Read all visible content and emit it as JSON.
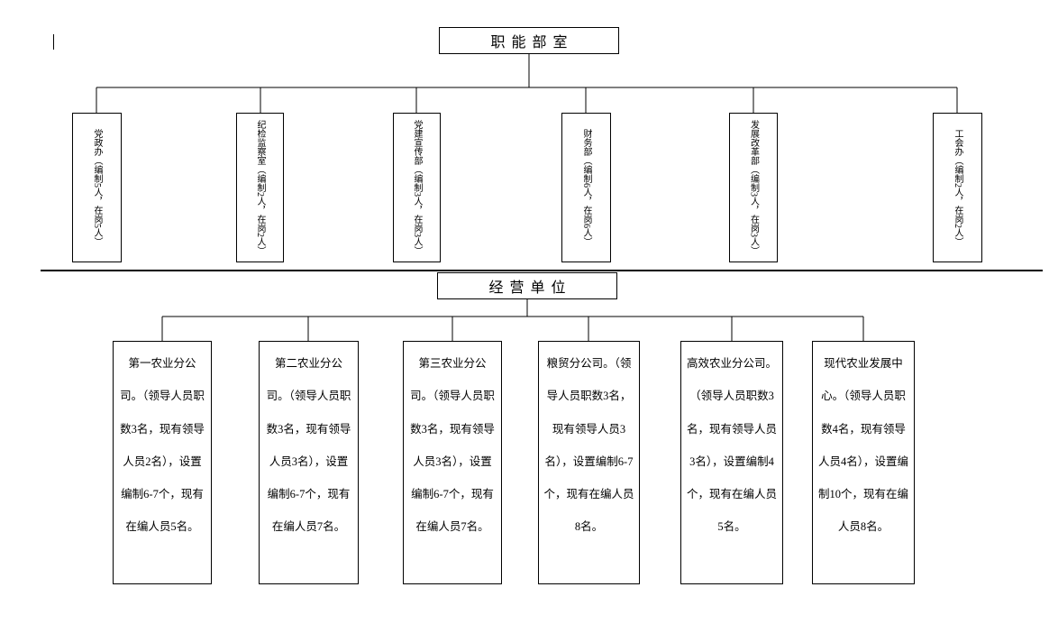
{
  "document": {
    "background": "#ffffff",
    "line_color": "#000000"
  },
  "functional_section": {
    "header": "职能部室",
    "departments": [
      "党政办（编制5人，在岗5人）",
      "纪检监察室（编制2人，在岗2人）",
      "党建宣传部（编制3人，在岗3人）",
      "财务部（编制6人，在岗6人）",
      "发展改革部（编制3人，在岗3人）",
      "工会办（编制2人，在岗2人）"
    ]
  },
  "business_section": {
    "header": "经营单位",
    "units": [
      "第一农业分公司。（领导人员职数3名，现有领导人员2名），设置编制6-7个，现有在编人员5名。",
      "第二农业分公司。（领导人员职数3名，现有领导人员3名），设置编制6-7个，现有在编人员7名。",
      "第三农业分公司。（领导人员职数3名，现有领导人员3名），设置编制6-7个，现有在编人员7名。",
      "粮贸分公司。（领导人员职数3名，现有领导人员3名），设置编制6-7个，现有在编人员8名。",
      "高效农业分公司。（领导人员职数3名，现有领导人员3名），设置编制4个，现有在编人员5名。",
      "现代农业发展中心。（领导人员职数4名，现有领导人员4名），设置编制10个，现有在编人员8名。"
    ]
  }
}
